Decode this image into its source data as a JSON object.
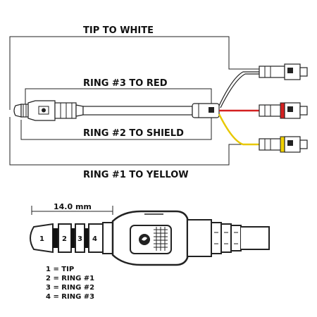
{
  "wiring": {
    "tip_label": "TIP TO WHITE",
    "ring3_label": "RING #3 TO RED",
    "ring2_label": "RING #2 TO SHIELD",
    "ring1_label": "RING #1 TO YELLOW"
  },
  "plug_detail": {
    "dimension_label": "14.0 mm",
    "segments": [
      "1",
      "2",
      "3",
      "4"
    ]
  },
  "legend": [
    "1 = TIP",
    "2 = RING #1",
    "3 = RING #2",
    "4 = RING #3"
  ],
  "colors": {
    "red_wire": "#d42020",
    "yellow_wire": "#e8c800",
    "red_band": "#d42020",
    "yellow_band": "#f0d000"
  }
}
